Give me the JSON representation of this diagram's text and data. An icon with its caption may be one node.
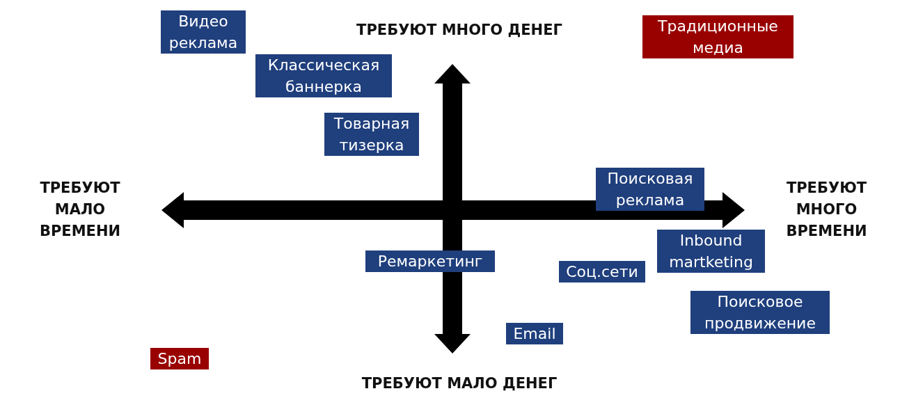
{
  "diagram": {
    "nodes": [
      {
        "text": [
          "Видео реклама"
        ]
      },
      {
        "text": [
          "Традиционные медиа"
        ]
      },
      {
        "text": [
          "Классическая баннерка"
        ]
      },
      {
        "text": [
          "Товарная тизерка"
        ]
      },
      {
        "text": [
          "Поисковая реклама"
        ]
      },
      {
        "text": [
          "Inbound martketing"
        ]
      },
      {
        "text": [
          "Ремаркетинг"
        ]
      },
      {
        "text": [
          "Соц.сети"
        ]
      },
      {
        "text": [
          "Поисковое продвижение"
        ]
      },
      {
        "text": [
          "Email"
        ]
      },
      {
        "text": [
          "Spam"
        ]
      }
    ],
    "edges": [],
    "labels": [
      "ТРЕБУЮТ МНОГО ДЕНЕГ",
      "ТРЕБУЮТ МАЛО ВРЕМЕНИ",
      "ТРЕБУЮТ МНОГО ВРЕМЕНИ",
      "ТРЕБУЮТ МАЛО ДЕНЕГ"
    ]
  }
}
